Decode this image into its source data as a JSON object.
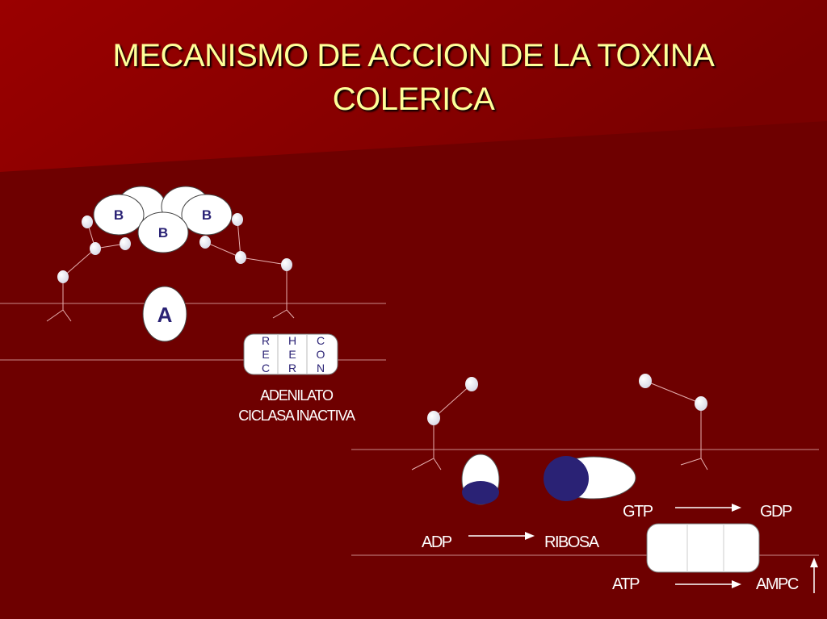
{
  "title": {
    "line1": "MECANISMO DE ACCION DE LA TOXINA",
    "line2": "COLERICA"
  },
  "diagram": {
    "b_subunit_label": "B",
    "a_subunit_label": "A",
    "adenylate_cyclase_columns": [
      [
        "R",
        "E",
        "C"
      ],
      [
        "H",
        "E",
        "R"
      ],
      [
        "C",
        "O",
        "N"
      ]
    ],
    "inactive_caption_line1": "ADENILATO",
    "inactive_caption_line2": "CICLASA INACTIVA",
    "gtp": "GTP",
    "gdp": "GDP",
    "adp": "ADP",
    "ribosa": "RIBOSA",
    "atp": "ATP",
    "ampc": "AMPC"
  },
  "colors": {
    "background": "#6e0000",
    "title": "#ffff99",
    "navy": "#2a2275",
    "white": "#ffffff"
  }
}
